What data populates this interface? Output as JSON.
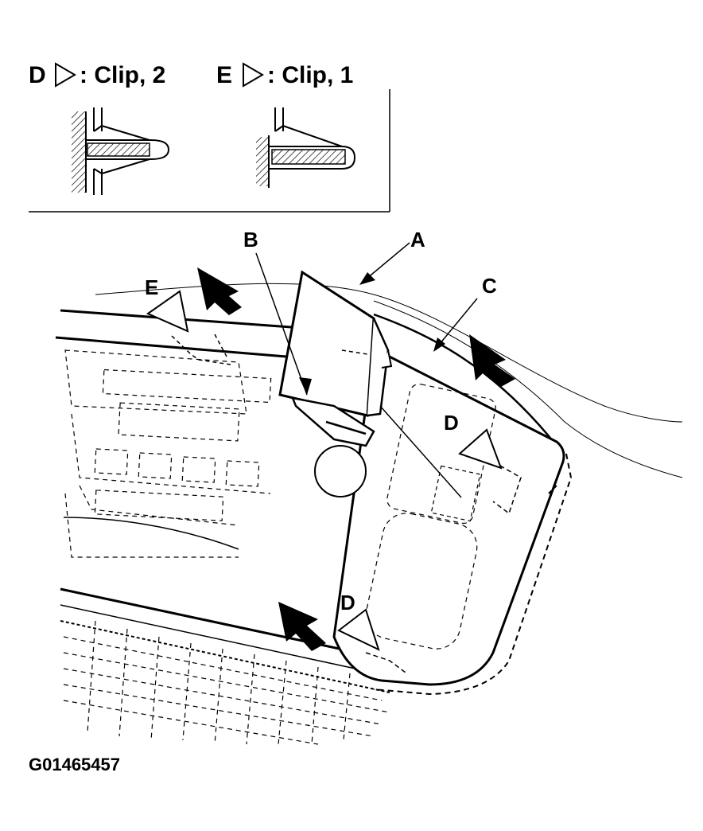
{
  "legend": {
    "d_letter": "D",
    "d_text": ": Clip, 2",
    "e_letter": "E",
    "e_text": ": Clip, 1"
  },
  "callouts": {
    "a": "A",
    "b": "B",
    "c": "C",
    "d_upper": "D",
    "d_lower": "D",
    "e": "E"
  },
  "figure_id": "G01465457",
  "colors": {
    "ink": "#000000",
    "paper": "#ffffff"
  }
}
